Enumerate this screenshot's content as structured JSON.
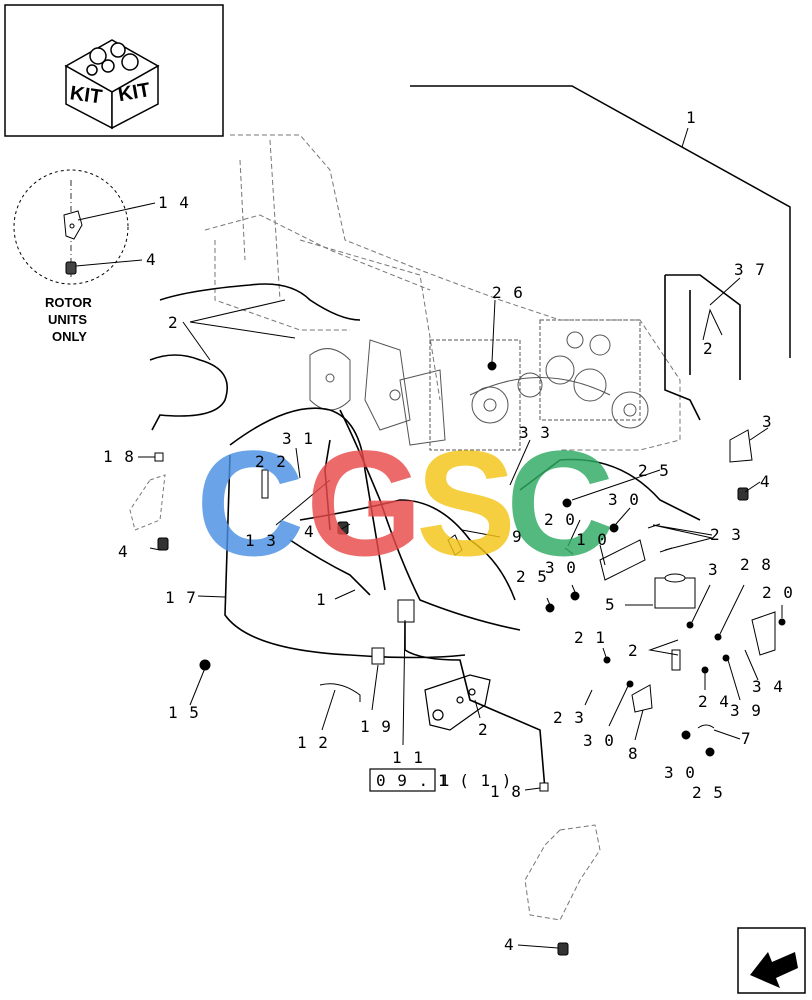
{
  "kit_box": {
    "labels": [
      "KIT",
      "KIT"
    ]
  },
  "inset": {
    "note_lines": [
      "ROTOR",
      "UNITS",
      "ONLY"
    ],
    "callouts": [
      "1 4",
      "4"
    ]
  },
  "watermark": {
    "letters": [
      "C",
      "G",
      "S",
      "C"
    ],
    "colors": [
      "#4a90e2",
      "#ea4a4a",
      "#f5c518",
      "#2eaa63"
    ]
  },
  "callouts": [
    "1",
    "3 7",
    "2",
    "2 6",
    "2",
    "3",
    "4",
    "1 8",
    "3 1",
    "2 2",
    "3 3",
    "2 5",
    "3 0",
    "2 0",
    "2 3",
    "1 0",
    "4",
    "1 3",
    "9",
    "4",
    "1 7",
    "1",
    "2 5",
    "3 0",
    "5",
    "3",
    "2",
    "2 8",
    "2 0",
    "2 1",
    "2",
    "1 5",
    "1 2",
    "1 9",
    "2",
    "2 3",
    "3 0",
    "2 4",
    "3 4",
    "3 9",
    "8",
    "7",
    "3 0",
    "2 5",
    "1 1",
    "1 8",
    "4"
  ],
  "reference_box": {
    "text": "0 9 . 1",
    "suffix": "1 ( 1 )"
  }
}
